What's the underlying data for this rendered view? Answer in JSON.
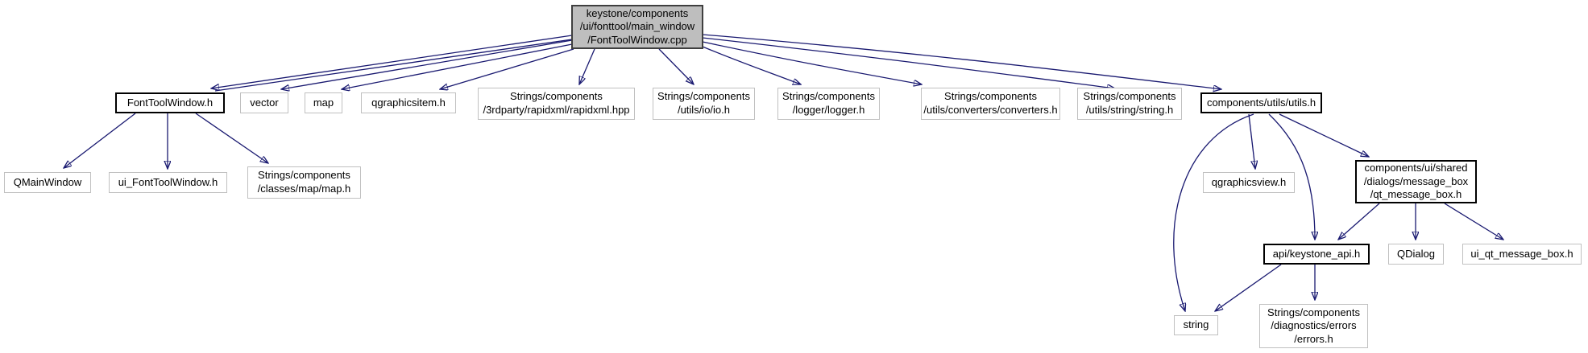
{
  "diagram": {
    "type": "include-dependency-graph",
    "colors": {
      "edge": "#191970",
      "root_fill": "#bebebe",
      "root_border": "#3f3f3f",
      "plain_node_border": "#c0c0c0",
      "link_node_border": "#000000",
      "background": "#ffffff",
      "text": "#000000"
    },
    "nodes": {
      "root": {
        "label": "keystone/components\n/ui/fonttool/main_window\n/FontToolWindow.cpp"
      },
      "fonttoolwindow_h": {
        "label": "FontToolWindow.h"
      },
      "vector": {
        "label": "vector"
      },
      "map": {
        "label": "map"
      },
      "qgraphicsitem_h": {
        "label": "qgraphicsitem.h"
      },
      "rapidxml_hpp": {
        "label": "Strings/components\n/3rdparty/rapidxml/rapidxml.hpp"
      },
      "io_h": {
        "label": "Strings/components\n/utils/io/io.h"
      },
      "logger_h": {
        "label": "Strings/components\n/logger/logger.h"
      },
      "converters_h": {
        "label": "Strings/components\n/utils/converters/converters.h"
      },
      "utils_string_h": {
        "label": "Strings/components\n/utils/string/string.h"
      },
      "utils_h": {
        "label": "components/utils/utils.h"
      },
      "qmainwindow": {
        "label": "QMainWindow"
      },
      "ui_fonttoolwindow_h": {
        "label": "ui_FontToolWindow.h"
      },
      "classes_map_h": {
        "label": "Strings/components\n/classes/map/map.h"
      },
      "qgraphicsview_h": {
        "label": "qgraphicsview.h"
      },
      "qt_message_box_h": {
        "label": "components/ui/shared\n/dialogs/message_box\n/qt_message_box.h"
      },
      "api_keystone_api_h": {
        "label": "api/keystone_api.h"
      },
      "qdialog": {
        "label": "QDialog"
      },
      "ui_qt_message_box_h": {
        "label": "ui_qt_message_box.h"
      },
      "string": {
        "label": "string"
      },
      "errors_h": {
        "label": "Strings/components\n/diagnostics/errors\n/errors.h"
      }
    },
    "edges": [
      {
        "from": "root",
        "to": "fonttoolwindow_h"
      },
      {
        "from": "root",
        "to": "vector"
      },
      {
        "from": "root",
        "to": "map"
      },
      {
        "from": "root",
        "to": "qgraphicsitem_h"
      },
      {
        "from": "root",
        "to": "rapidxml_hpp"
      },
      {
        "from": "root",
        "to": "io_h"
      },
      {
        "from": "root",
        "to": "logger_h"
      },
      {
        "from": "root",
        "to": "converters_h"
      },
      {
        "from": "root",
        "to": "utils_string_h"
      },
      {
        "from": "root",
        "to": "utils_h"
      },
      {
        "from": "fonttoolwindow_h",
        "to": "qmainwindow"
      },
      {
        "from": "fonttoolwindow_h",
        "to": "ui_fonttoolwindow_h"
      },
      {
        "from": "fonttoolwindow_h",
        "to": "classes_map_h"
      },
      {
        "from": "utils_h",
        "to": "qgraphicsview_h"
      },
      {
        "from": "utils_h",
        "to": "qt_message_box_h"
      },
      {
        "from": "utils_h",
        "to": "api_keystone_api_h"
      },
      {
        "from": "utils_h",
        "to": "string"
      },
      {
        "from": "qt_message_box_h",
        "to": "api_keystone_api_h"
      },
      {
        "from": "qt_message_box_h",
        "to": "qdialog"
      },
      {
        "from": "qt_message_box_h",
        "to": "ui_qt_message_box_h"
      },
      {
        "from": "api_keystone_api_h",
        "to": "string"
      },
      {
        "from": "api_keystone_api_h",
        "to": "errors_h"
      }
    ]
  }
}
